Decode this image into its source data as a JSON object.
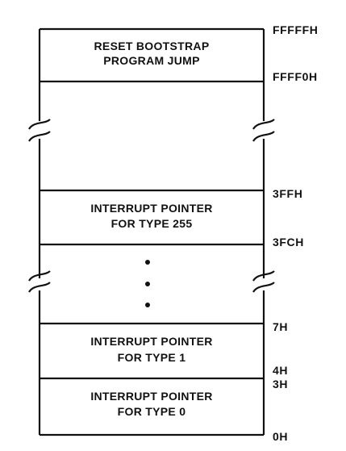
{
  "blocks": [
    {
      "line1": "RESET BOOTSTRAP",
      "line2": "PROGRAM JUMP"
    },
    {
      "line1": "INTERRUPT POINTER",
      "line2": "FOR TYPE 255"
    },
    {
      "line1": "INTERRUPT POINTER",
      "line2": "FOR TYPE 1"
    },
    {
      "line1": "INTERRUPT POINTER",
      "line2": "FOR TYPE 0"
    }
  ],
  "addresses": [
    "FFFFFH",
    "FFFF0H",
    "3FFH",
    "3FCH",
    "7H",
    "4H",
    "3H",
    "0H"
  ]
}
